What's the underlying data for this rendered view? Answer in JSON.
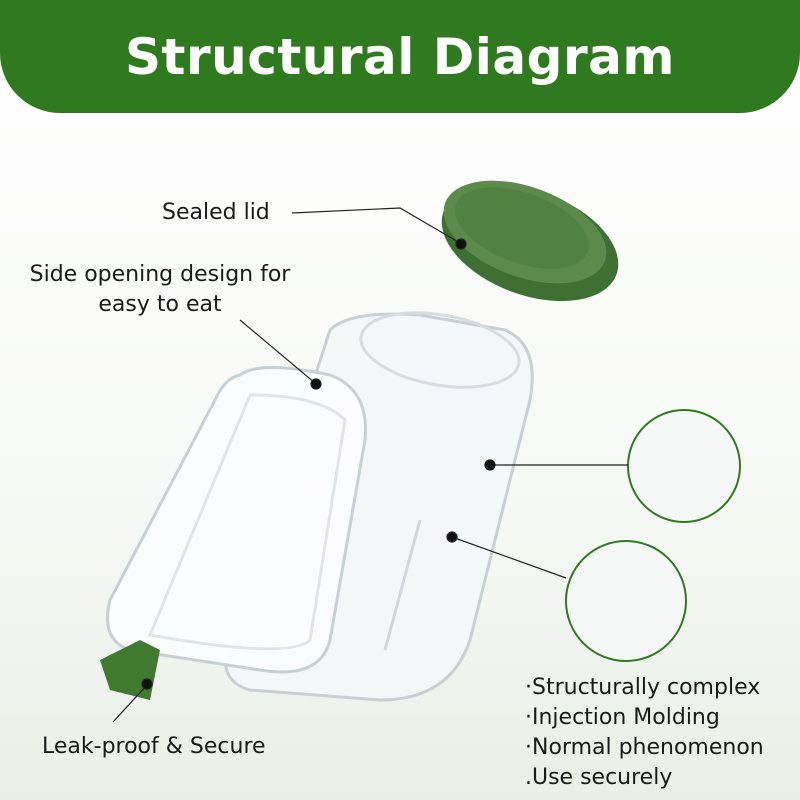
{
  "header": {
    "title": "Structural Diagram"
  },
  "labels": {
    "sealed_lid": "Sealed lid",
    "side_opening_line1": "Side opening design for",
    "side_opening_line2": "easy to eat",
    "leak_proof": "Leak-proof & Secure"
  },
  "bullets": [
    "·Structurally complex",
    "·Injection Molding",
    "·Normal phenomenon",
    ".Use securely"
  ],
  "colors": {
    "brand_green": "#2f7a1f",
    "lid_green": "#4a7a3c"
  }
}
